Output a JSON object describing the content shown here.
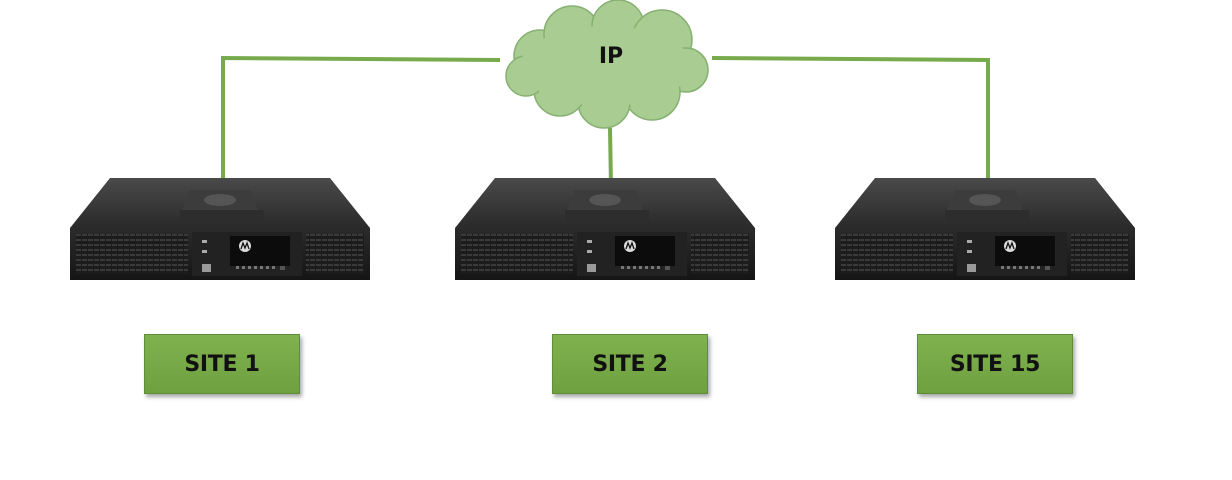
{
  "network": {
    "cloud_label": "IP",
    "link_color": "#77aa4c",
    "cloud_color": "#a8cc92"
  },
  "sites": [
    {
      "label": "SITE 1",
      "brand": "MOTOROLA"
    },
    {
      "label": "SITE 2",
      "brand": "MOTOROLA"
    },
    {
      "label": "SITE 15",
      "brand": "MOTOROLA"
    }
  ]
}
